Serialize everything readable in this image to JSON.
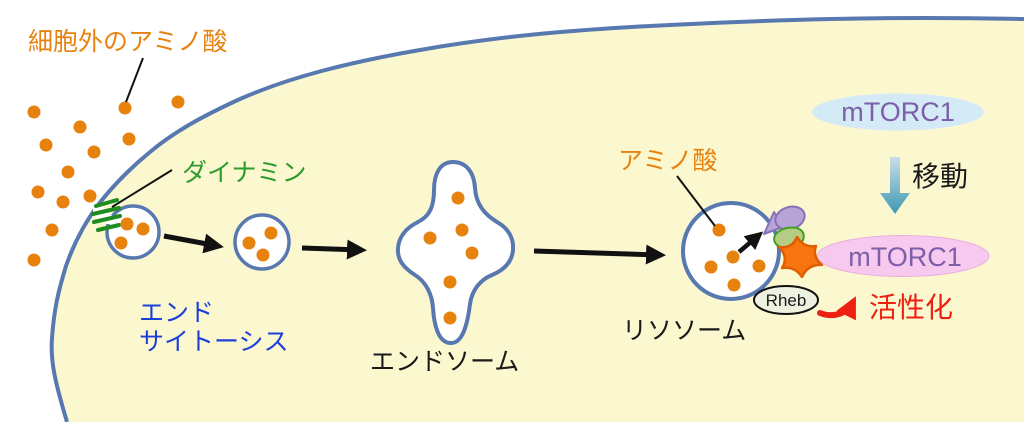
{
  "labels": {
    "extracellular_amino_acid": "細胞外のアミノ酸",
    "dynamin": "ダイナミン",
    "endocytosis_line1": "エンド",
    "endocytosis_line2": "サイトーシス",
    "endosome": "エンドソーム",
    "amino_acid": "アミノ酸",
    "lysosome": "リソソーム",
    "rheb": "Rheb",
    "mtorc1_cytoplasmic": "mTORC1",
    "mtorc1_lysosomal": "mTORC1",
    "move": "移動",
    "activation": "活性化"
  },
  "colors": {
    "cell_fill": "#FBF8D0",
    "membrane_blue": "#5878B0",
    "amino_acid_orange": "#E8820E",
    "dynamin_green": "#2E9B2E",
    "dynamin_stroke_green": "#1F8C1F",
    "endocytosis_blue": "#1C3FD9",
    "black_text": "#1A1A1A",
    "mtorc1_text_purple": "#7C5FA8",
    "mtorc1_inactive_fill": "#D5EAF7",
    "mtorc1_active_fill": "#F8C9EE",
    "activation_red": "#EE2012",
    "transporter_purple": "#B7A4D6",
    "transporter_purple_stroke": "#8A70B8",
    "ragulator_green_fill": "#B5CC85",
    "ragulator_green_stroke": "#45A01E",
    "rag_orange_fill": "#F87410",
    "rag_orange_stroke": "#E05E00",
    "rheb_fill": "#EDF1E0",
    "vesicle_fill": "#FFFFFF"
  }
}
